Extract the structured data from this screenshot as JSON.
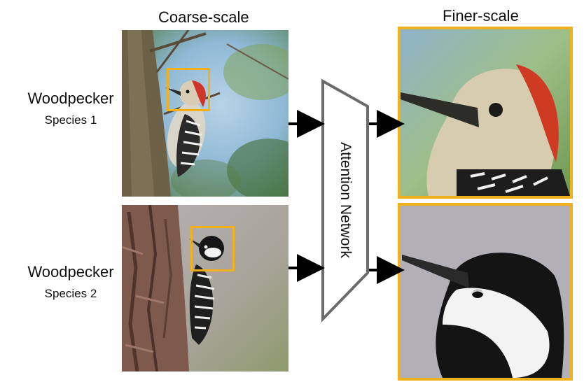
{
  "headers": {
    "coarse": "Coarse-scale",
    "finer": "Finer-scale"
  },
  "rows": [
    {
      "name": "Woodpecker",
      "species": "Species 1"
    },
    {
      "name": "Woodpecker",
      "species": "Species 2"
    }
  ],
  "network": {
    "label": "Attention Network"
  },
  "colors": {
    "highlight": "#f0b11c",
    "network_stroke": "#6b6b6b",
    "arrow": "#000000"
  }
}
